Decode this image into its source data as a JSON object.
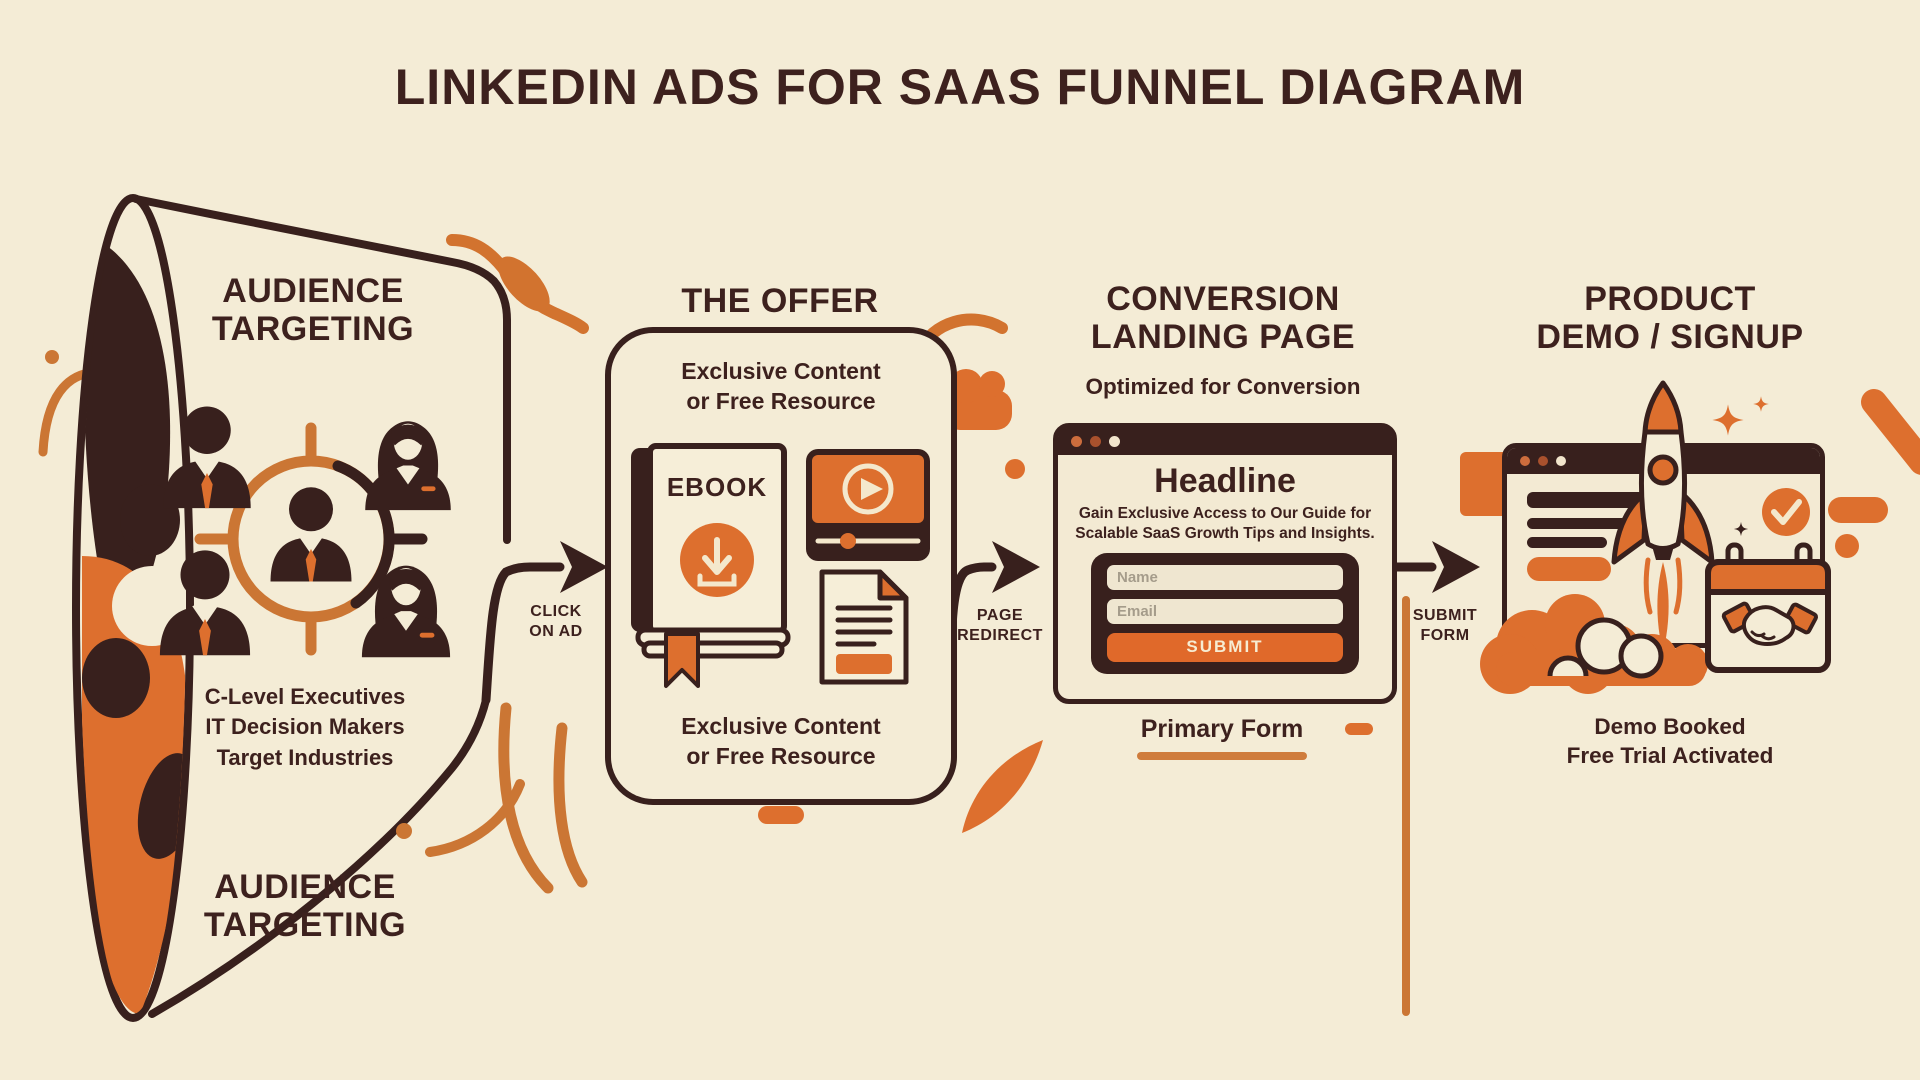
{
  "title": "LINKEDIN ADS FOR SAAS FUNNEL DIAGRAM",
  "stages": {
    "audience": {
      "heading_line1": "AUDIENCE",
      "heading_line2": "TARGETING",
      "details": [
        "C-Level Executives",
        "IT Decision Makers",
        "Target Industries"
      ],
      "footer_line1": "AUDIENCE",
      "footer_line2": "TARGETING"
    },
    "offer": {
      "heading": "THE OFFER",
      "top_caption_line1": "Exclusive Content",
      "top_caption_line2": "or Free Resource",
      "ebook_label": "EBOOK",
      "bottom_caption_line1": "Exclusive Content",
      "bottom_caption_line2": "or Free Resource"
    },
    "landing": {
      "heading_line1": "CONVERSION",
      "heading_line2": "LANDING PAGE",
      "subheading": "Optimized for Conversion",
      "window": {
        "headline": "Headline",
        "description_line1": "Gain Exclusive Access to Our Guide for",
        "description_line2": "Scalable SaaS Growth Tips and Insights.",
        "name_placeholder": "Name",
        "email_placeholder": "Email",
        "submit_label": "SUBMIT"
      },
      "footer_label": "Primary Form"
    },
    "demo": {
      "heading_line1": "PRODUCT",
      "heading_line2": "DEMO / SIGNUP",
      "caption_line1": "Demo Booked",
      "caption_line2": "Free Trial Activated"
    }
  },
  "arrows": {
    "click_on_ad": {
      "line1": "CLICK",
      "line2": "ON AD"
    },
    "page_redirect": {
      "line1": "PAGE",
      "line2": "REDIRECT"
    },
    "submit_form": {
      "line1": "SUBMIT",
      "line2": "FORM"
    }
  },
  "icons": {
    "funnel": "funnel-megaphone",
    "audience": "people-with-target-crosshair",
    "offer": [
      "ebook-download",
      "video-player",
      "document-file"
    ],
    "landing": "browser-window-form",
    "demo": [
      "browser-window",
      "rocket-launch",
      "check-circle",
      "calendar-handshake",
      "sparkles"
    ]
  },
  "colors": {
    "background": "#f4ecd6",
    "ink": "#38201d",
    "orange": "#dd6f2e",
    "orange_muted": "#cb7634",
    "cream": "#f4e8cc",
    "placeholder": "#a59c8b"
  }
}
